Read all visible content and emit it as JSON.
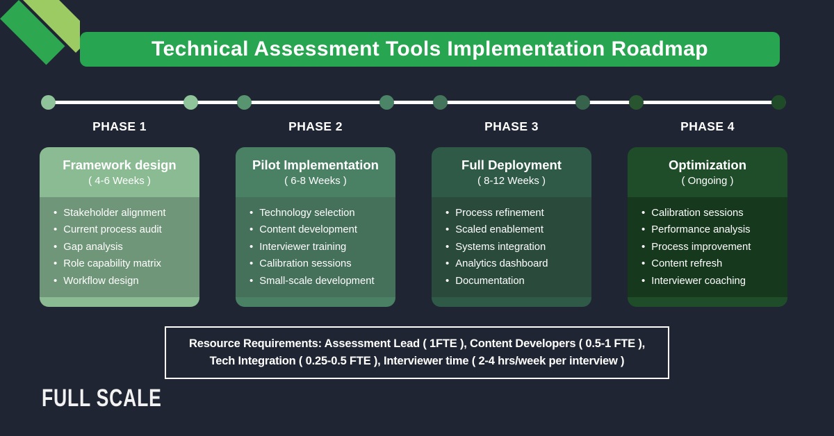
{
  "background_color": "#1F2532",
  "header": {
    "title": "Technical Assessment Tools Implementation Roadmap",
    "banner_color": "#27A551"
  },
  "decoration": {
    "ribbon_dark_color": "#2EA850",
    "ribbon_light_color": "#9BCB62"
  },
  "timeline": {
    "line_color": "#FFFFFF"
  },
  "phases": [
    {
      "label": "PHASE 1",
      "title": "Framework design",
      "duration": "( 4-6 Weeks )",
      "colors": {
        "header": "#8ABB93",
        "body": "#6F9678",
        "dot_start": "#8FC49B",
        "dot_end": "#8FC49B"
      },
      "items": [
        "Stakeholder alignment",
        "Current process audit",
        "Gap analysis",
        "Role capability matrix",
        "Workflow design"
      ]
    },
    {
      "label": "PHASE 2",
      "title": "Pilot Implementation",
      "duration": "( 6-8 Weeks )",
      "colors": {
        "header": "#4A8064",
        "body": "#45705A",
        "dot_start": "#57946F",
        "dot_end": "#4C8467"
      },
      "items": [
        "Technology selection",
        "Content development",
        "Interviewer training",
        "Calibration sessions",
        "Small-scale development"
      ]
    },
    {
      "label": "PHASE 3",
      "title": "Full Deployment",
      "duration": "( 8-12 Weeks )",
      "colors": {
        "header": "#2E5A47",
        "body": "#2A4B3C",
        "dot_start": "#44755C",
        "dot_end": "#37624B"
      },
      "items": [
        "Process refinement",
        "Scaled enablement",
        "Systems integration",
        "Analytics dashboard",
        "Documentation"
      ]
    },
    {
      "label": "PHASE 4",
      "title": "Optimization",
      "duration": "( Ongoing )",
      "colors": {
        "header": "#1F4D2A",
        "body": "#16391E",
        "dot_start": "#28552F",
        "dot_end": "#1F4B28"
      },
      "items": [
        "Calibration sessions",
        "Performance analysis",
        "Process improvement",
        "Content refresh",
        "Interviewer coaching"
      ]
    }
  ],
  "resource_box": {
    "line1": "Resource Requirements: Assessment Lead ( 1FTE ), Content Developers ( 0.5-1 FTE ),",
    "line2": "Tech Integration ( 0.25-0.5 FTE ),  Interviewer time ( 2-4 hrs/week per interview )"
  },
  "logo_text": "FULL SCALE"
}
